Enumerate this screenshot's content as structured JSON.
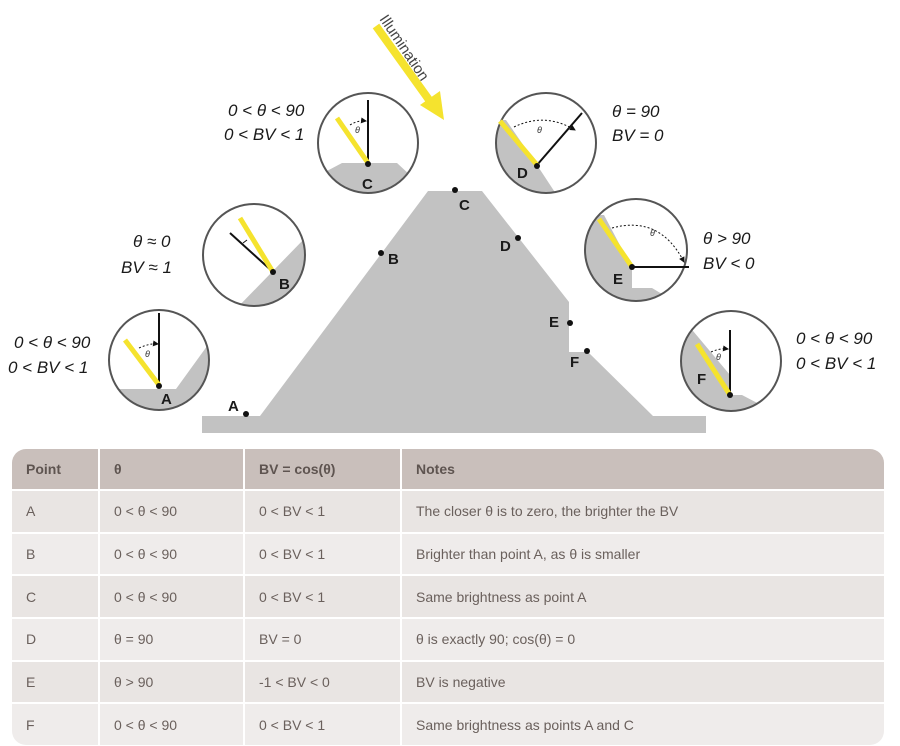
{
  "illumination_label": "Illumination",
  "points": {
    "A": "A",
    "B": "B",
    "C": "C",
    "D": "D",
    "E": "E",
    "F": "F"
  },
  "theta_symbol": "θ",
  "captions": {
    "A": [
      "0 < θ < 90",
      "0 < BV < 1"
    ],
    "B": [
      "θ ≈ 0",
      "BV ≈ 1"
    ],
    "C": [
      "0 < θ < 90",
      "0 < BV < 1"
    ],
    "D": [
      "θ = 90",
      "BV = 0"
    ],
    "E": [
      "θ > 90",
      "BV < 0"
    ],
    "F": [
      "0 < θ < 90",
      "0 < BV < 1"
    ]
  },
  "table": {
    "headers": [
      "Point",
      "θ",
      "BV = cos(θ)",
      "Notes"
    ],
    "rows": [
      [
        "A",
        "0 < θ < 90",
        "0 < BV < 1",
        "The closer θ is to zero, the brighter the BV"
      ],
      [
        "B",
        "0 < θ < 90",
        "0 < BV < 1",
        "Brighter than point A, as θ is smaller"
      ],
      [
        "C",
        "0 < θ < 90",
        "0 < BV < 1",
        "Same brightness as point A"
      ],
      [
        "D",
        "θ = 90",
        "BV = 0",
        "θ is exactly 90; cos(θ) = 0"
      ],
      [
        "E",
        "θ > 90",
        "-1 < BV < 0",
        "BV is negative"
      ],
      [
        "F",
        "0 < θ < 90",
        "0 < BV < 1",
        "Same brightness as points A and C"
      ]
    ]
  },
  "colors": {
    "terrain": "#c2c2c2",
    "sun_ray": "#f5e32e",
    "header_bg": "#c9bfbb",
    "row_bg": "#e9e5e3"
  }
}
